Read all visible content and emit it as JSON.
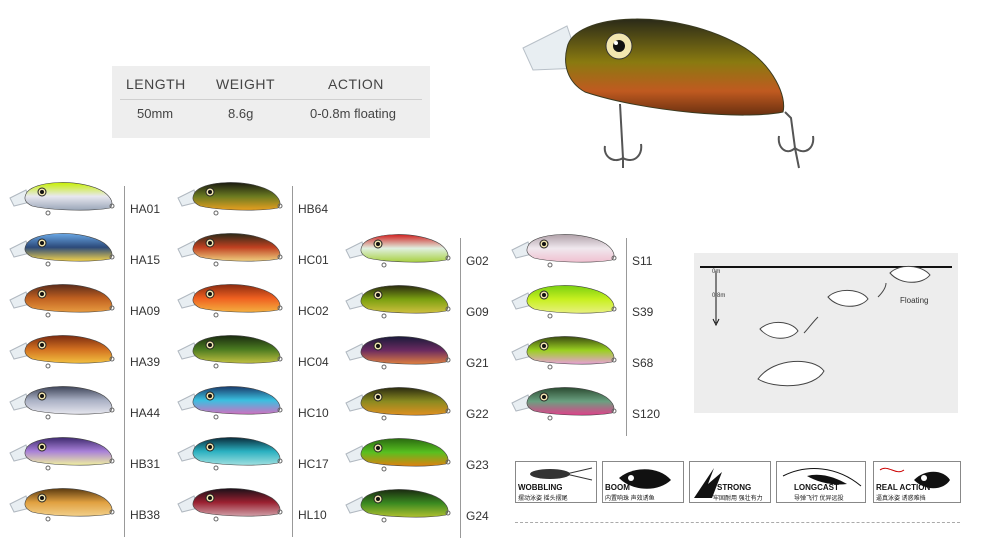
{
  "specs": {
    "headers": [
      "LENGTH",
      "WEIGHT",
      "ACTION"
    ],
    "values": [
      "50mm",
      "8.6g",
      "0-0.8m floating"
    ]
  },
  "columns": [
    {
      "items": [
        {
          "code": "HA01",
          "colors": [
            "#c7f000",
            "#e8e8f0",
            "#9aa6b8"
          ]
        },
        {
          "code": "HA15",
          "colors": [
            "#6aa8e6",
            "#2c4a7a",
            "#f4d34a"
          ]
        },
        {
          "code": "HA09",
          "colors": [
            "#5a2a1a",
            "#c06020",
            "#e89b40"
          ]
        },
        {
          "code": "HA39",
          "colors": [
            "#7a2a10",
            "#d27020",
            "#f2c040"
          ]
        },
        {
          "code": "HA44",
          "colors": [
            "#3e4458",
            "#a9b0c4",
            "#e6e6ee"
          ]
        },
        {
          "code": "HB31",
          "colors": [
            "#3e2a6e",
            "#a880d8",
            "#f0f0a0"
          ]
        },
        {
          "code": "HB38",
          "colors": [
            "#5a3a10",
            "#e0a040",
            "#f2d08a"
          ]
        }
      ]
    },
    {
      "items": [
        {
          "code": "HB64",
          "colors": [
            "#1a1a10",
            "#6a7a20",
            "#e8a020"
          ]
        },
        {
          "code": "HC01",
          "colors": [
            "#2a2a18",
            "#c04020",
            "#f0d080"
          ]
        },
        {
          "code": "HC02",
          "colors": [
            "#8a2a10",
            "#ef6020",
            "#f4b040"
          ]
        },
        {
          "code": "HC04",
          "colors": [
            "#1a2a10",
            "#4a7a20",
            "#c0c040"
          ]
        },
        {
          "code": "HC10",
          "colors": [
            "#1a3a6a",
            "#3ac0e0",
            "#d070c0"
          ]
        },
        {
          "code": "HC17",
          "colors": [
            "#0a2a3a",
            "#2ab0c0",
            "#a0e0e0"
          ]
        },
        {
          "code": "HL10",
          "colors": [
            "#1a1018",
            "#9a2030",
            "#d0a0a8"
          ]
        }
      ]
    },
    {
      "items": [
        {
          "code": "G02",
          "colors": [
            "#d02020",
            "#e0f0e0",
            "#a8d040"
          ]
        },
        {
          "code": "G09",
          "colors": [
            "#2a2a10",
            "#7aa010",
            "#d0c040"
          ]
        },
        {
          "code": "G21",
          "colors": [
            "#1a1a3a",
            "#6a2a60",
            "#e08040"
          ]
        },
        {
          "code": "G22",
          "colors": [
            "#2a2a10",
            "#8a8a20",
            "#e09020"
          ]
        },
        {
          "code": "G23",
          "colors": [
            "#2a6a10",
            "#58c020",
            "#e08010"
          ]
        },
        {
          "code": "G24",
          "colors": [
            "#1a2a10",
            "#3a8a20",
            "#b0c030"
          ]
        }
      ]
    },
    {
      "items": [
        {
          "code": "S11",
          "colors": [
            "#b0a0a8",
            "#f0e8ee",
            "#f0c0d0"
          ]
        },
        {
          "code": "S39",
          "colors": [
            "#7ad010",
            "#c8f020",
            "#e8f080"
          ]
        },
        {
          "code": "S68",
          "colors": [
            "#3a4a10",
            "#9ad020",
            "#e8a0d8"
          ]
        },
        {
          "code": "S120",
          "colors": [
            "#2a4a30",
            "#6aa080",
            "#e0408a"
          ]
        }
      ]
    }
  ],
  "action_diagram": {
    "depth_top": "0m",
    "depth_bottom": "0.8m",
    "floating_label": "Floating"
  },
  "features": [
    {
      "title": "WOBBLING",
      "subtitle": "摆动泳姿 摇头摆尾"
    },
    {
      "title": "BOOM",
      "subtitle": "内置响珠 声效诱鱼"
    },
    {
      "title": "STRONG",
      "subtitle": "牢固耐用 强壮有力"
    },
    {
      "title": "LONGCAST",
      "subtitle": "导弹飞行 优异远投"
    },
    {
      "title": "REAL ACTION",
      "subtitle": "逼真泳姿 诱惑难挡"
    }
  ]
}
